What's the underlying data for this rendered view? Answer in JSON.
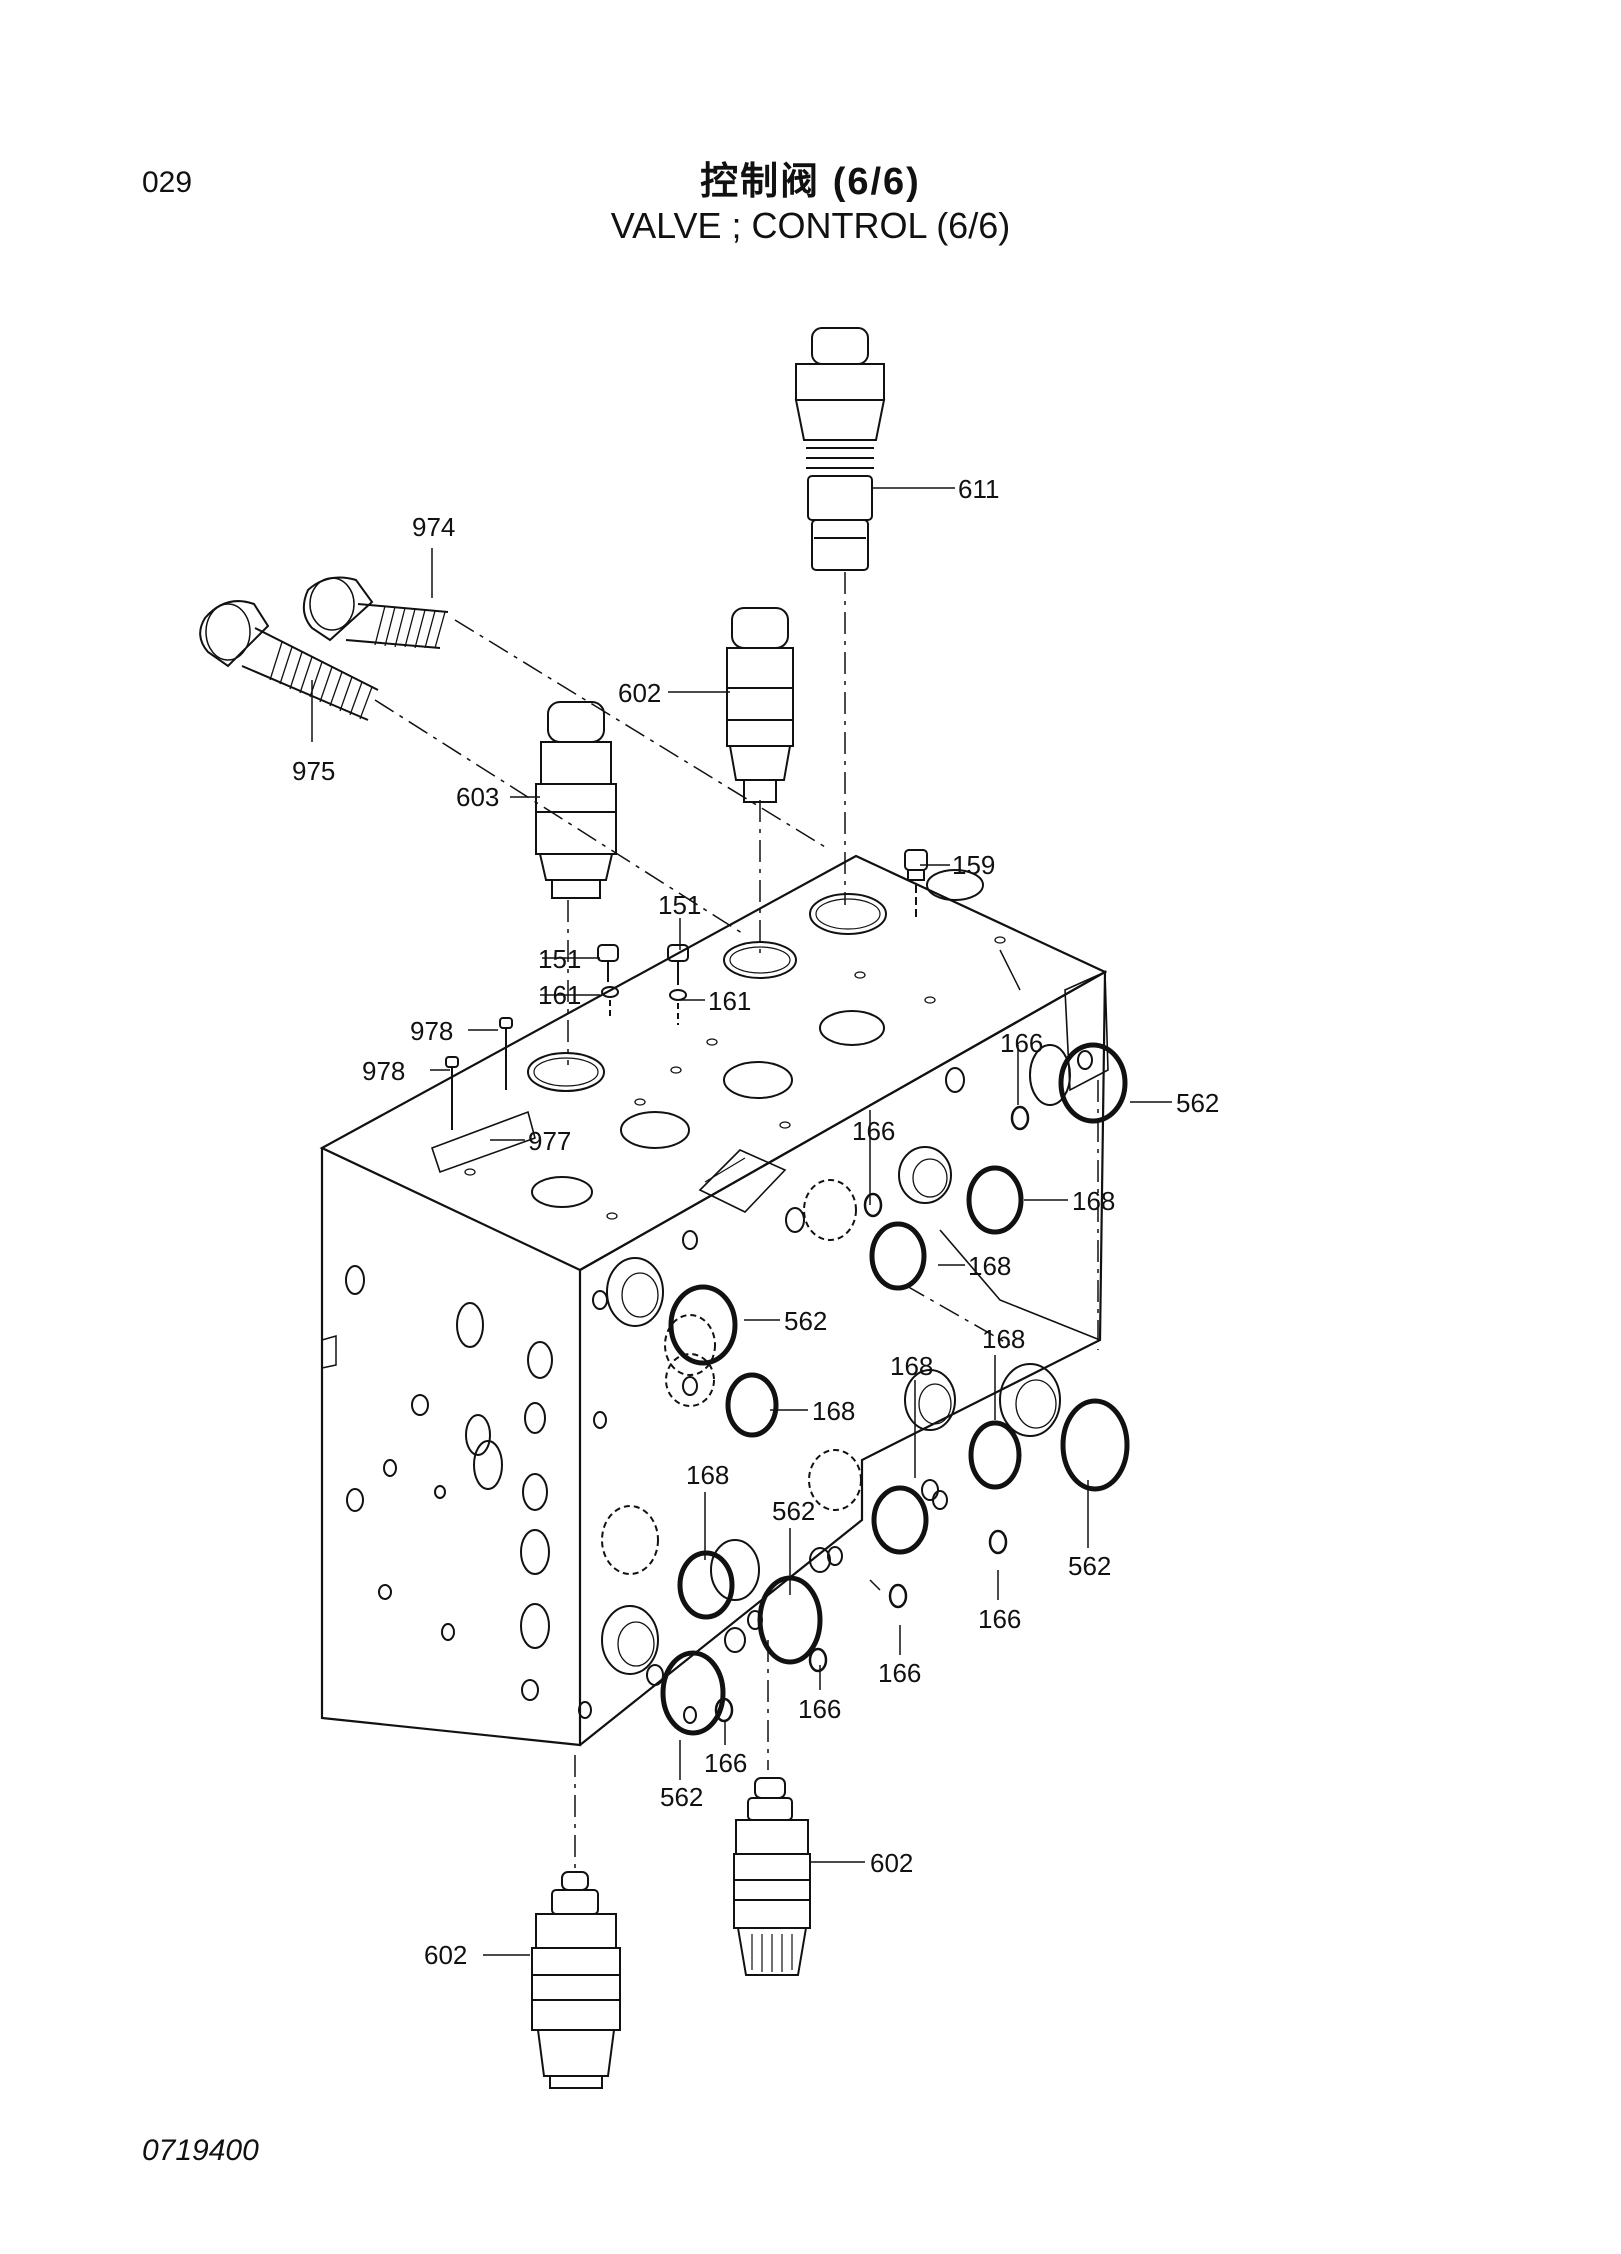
{
  "page_number": "029",
  "title_cn": "控制阀 (6/6)",
  "title_en": "VALVE ; CONTROL (6/6)",
  "footer_code": "0719400",
  "colors": {
    "ink": "#111111",
    "background": "#ffffff"
  },
  "callouts": {
    "c611": "611",
    "c974": "974",
    "c975": "975",
    "c602a": "602",
    "c603": "603",
    "c159": "159",
    "c151a": "151",
    "c151b": "151",
    "c161a": "161",
    "c161b": "161",
    "c978a": "978",
    "c978b": "978",
    "c977": "977",
    "c166a": "166",
    "c166b": "166",
    "c562a": "562",
    "c168a": "168",
    "c168b": "168",
    "c562b": "562",
    "c168c": "168",
    "c168d": "168",
    "c168e": "168",
    "c168f": "168",
    "c562c": "562",
    "c562d": "562",
    "c166c": "166",
    "c166d": "166",
    "c166e": "166",
    "c166f": "166",
    "c562e": "562",
    "c602b": "602",
    "c602c": "602"
  }
}
